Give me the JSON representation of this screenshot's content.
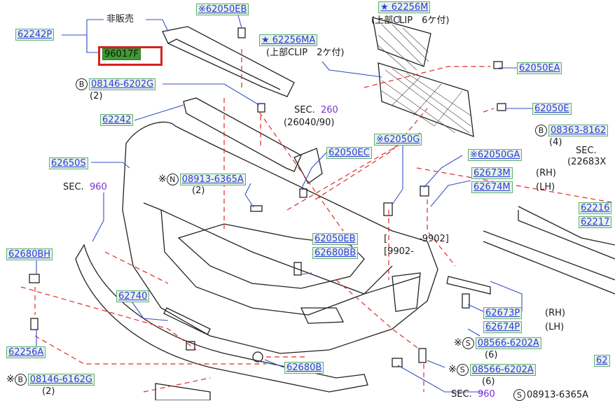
{
  "labels": {
    "hanbai": "非販売",
    "p62242P": "62242P",
    "p96017F": "96017F",
    "p62050EB_top": "※62050EB",
    "p62256M": "★ 62256M",
    "clip6": "(上部CLIP　6ケ付)",
    "p62256MA": "★ 62256MA",
    "clip2": "(上部CLIP　2ケ付)",
    "p62050EA": "62050EA",
    "b08146_6202G": "08146-6202G",
    "qty2_a": "(2)",
    "sec_label": "SEC.",
    "sec260": "260",
    "sec260_sub": "(26040/90)",
    "p62050E": "62050E",
    "p62242": "62242",
    "b08363_8162": "08363-8162",
    "qty4": "(4)",
    "sec_cut": "SEC.",
    "sec_cut_sub": "(22683X",
    "p62050G": "※62050G",
    "p62050EC": "62050EC",
    "p62050GA": "※62050GA",
    "p62650S": "62650S",
    "n08913_6365A": "08913-6365A",
    "qty2_b": "(2)",
    "p62673M": "62673M",
    "rh1": "(RH)",
    "p62674M": "62674M",
    "lh1": "(LH)",
    "sec960": "960",
    "p62216": "62216",
    "p62217": "62217",
    "bracket_open": "[",
    "date_9902a": "-9902]",
    "date_9902b": "[9902-",
    "p62050EB_mid": "62050EB",
    "p62680BB": "62680BB",
    "p62680BH": "62680BH",
    "p62740": "62740",
    "p62673P": "62673P",
    "rh2": "(RH)",
    "p62674P": "62674P",
    "lh2": "(LH)",
    "s08566_6202A_a": "08566-6202A",
    "qty6_a": "(6)",
    "p62256A": "62256A",
    "p62680B": "62680B",
    "s08566_6202A_b": "08566-6202A",
    "qty6_b": "(6)",
    "b08146_6162G": "08146-6162G",
    "qty2_c": "(2)",
    "sec960_b": "960",
    "s08913_6365A": "08913-6365A",
    "p62_cut": "62"
  },
  "symbols": {
    "kome": "※",
    "star": "★",
    "circle_b": "B",
    "circle_n": "N",
    "circle_s": "S"
  },
  "colors": {
    "part_text": "#2f3bd6",
    "part_bg": "#e6f3ea",
    "highlight_fill": "#3f9a35",
    "highlight_border": "#d62020",
    "dash_red": "#e02a2a",
    "leader_blue": "#3a4fc4",
    "section_purple": "#7a2fd0"
  }
}
